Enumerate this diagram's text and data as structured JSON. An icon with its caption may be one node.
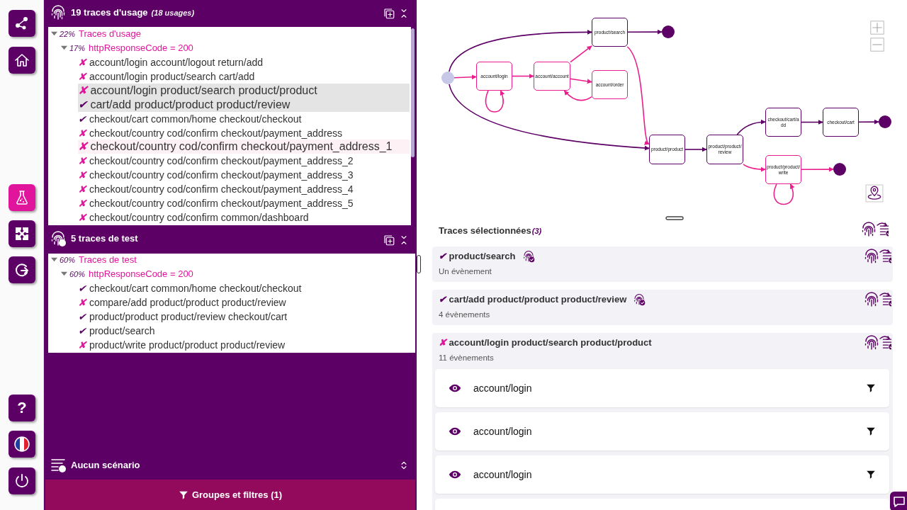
{
  "diagram": {
    "nodes": [
      {
        "text": [],
        "shape": "circle"
      },
      {
        "text": [
          "account/login"
        ]
      },
      {
        "text": [
          "account/account"
        ]
      },
      {
        "text": [
          "product/search"
        ]
      },
      {
        "text": [
          "account/order"
        ]
      },
      {
        "text": [
          "product/product"
        ]
      },
      {
        "text": [
          "product/product/review"
        ]
      },
      {
        "text": [
          "checkout/cart/add"
        ]
      },
      {
        "text": [
          "checkout/cart"
        ]
      },
      {
        "text": [
          "product/product/write"
        ]
      },
      {
        "text": [],
        "shape": "circle"
      },
      {
        "text": [],
        "shape": "circle"
      },
      {
        "text": [],
        "shape": "circle"
      }
    ],
    "edges": [
      {
        "from": 0,
        "to": 3,
        "arrow": "to",
        "color": "#5c0066"
      },
      {
        "from": 0,
        "to": 1,
        "arrow": "to"
      },
      {
        "from": 0,
        "to": 5,
        "arrow": "to",
        "color": "#5c0066"
      },
      {
        "from": 1,
        "to": 1,
        "arrow": "to"
      },
      {
        "from": 1,
        "to": 2,
        "arrow": "to"
      },
      {
        "from": 2,
        "to": 3,
        "arrow": "to"
      },
      {
        "from": 2,
        "to": 4,
        "arrow": "to"
      },
      {
        "from": 4,
        "to": 2,
        "arrow": "to"
      },
      {
        "from": 3,
        "to": 5,
        "arrow": "to"
      },
      {
        "from": 3,
        "to": 10,
        "arrow": "to",
        "color": "#5c0066"
      },
      {
        "from": 5,
        "to": 6,
        "arrow": "to",
        "color": "#5c0066"
      },
      {
        "from": 6,
        "to": 7,
        "arrow": "to",
        "color": "#5c0066"
      },
      {
        "from": 6,
        "to": 9,
        "arrow": "to"
      },
      {
        "from": 7,
        "to": 8,
        "arrow": "to",
        "color": "#5c0066"
      },
      {
        "from": 8,
        "to": 11,
        "arrow": "to",
        "color": "#5c0066"
      },
      {
        "from": 9,
        "to": 9,
        "arrow": "to"
      },
      {
        "from": 9,
        "to": 12,
        "arrow": "to"
      }
    ],
    "labels": [
      "19 traces d'usage",
      "(18 usages)",
      "22%",
      "Traces d'usage",
      "17%",
      "httpResponseCode = 200",
      "✘ account/login account/logout return/add",
      "✘ account/login product/search cart/add",
      "✘ account/login product/search product/product",
      "✔ cart/add product/product product/review",
      "✔ checkout/cart common/home checkout/checkout",
      "✘ checkout/country cod/confirm checkout/payment_address",
      "✘ checkout/country cod/confirm checkout/payment_address_1",
      "✘ checkout/country cod/confirm checkout/payment_address_2",
      "✘ checkout/country cod/confirm checkout/payment_address_3",
      "✘ checkout/country cod/confirm checkout/payment_address_4",
      "✘ checkout/country cod/confirm checkout/payment_address_5",
      "✘ checkout/country cod/confirm common/dashboard",
      "5 traces de test",
      "60%",
      "Traces de test",
      "60%",
      "httpResponseCode = 200",
      "✔ checkout/cart common/home checkout/checkout",
      "✘ compare/add product/product product/review",
      "✔ product/product product/review checkout/cart",
      "✔ product/search",
      "✘ product/write product/product product/review",
      "Aucun scénario",
      "Groupes et filtres (1)",
      "?",
      "Traces sélectionnées",
      "(3)",
      "✔ product/search",
      "Un évènement",
      "✔ cart/add product/product product/review",
      "4 évènements",
      "✘ account/login product/search product/product",
      "11 évènements",
      "account/login",
      "account/login",
      "account/login"
    ]
  }
}
